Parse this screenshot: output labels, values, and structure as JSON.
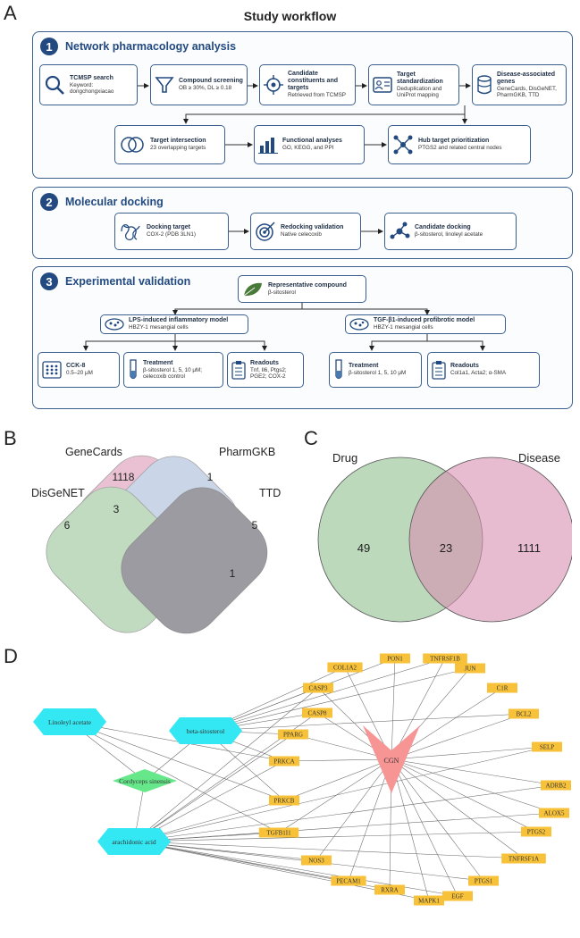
{
  "panels": {
    "a": "A",
    "b": "B",
    "c": "C",
    "d": "D"
  },
  "workflow": {
    "title": "Study workflow",
    "sec1": {
      "num": "1",
      "title": "Network pharmacology analysis",
      "boxes": [
        {
          "t1": "TCMSP search",
          "t2": "Keyword: dongchongxiacao",
          "icon": "magnifier-icon"
        },
        {
          "t1": "Compound screening",
          "t2": "OB ≥ 30%, DL ≥ 0.18",
          "icon": "funnel-icon"
        },
        {
          "t1": "Candidate constituents and targets",
          "t2": "Retrieved from TCMSP",
          "icon": "target-crosshair-icon"
        },
        {
          "t1": "Target standardization",
          "t2": "Deduplication and UniProt mapping",
          "icon": "id-card-icon"
        },
        {
          "t1": "Disease-associated genes",
          "t2": "GeneCards, DisGeNET, PharmGKB, TTD",
          "icon": "database-icon"
        },
        {
          "t1": "Target intersection",
          "t2": "23 overlapping targets",
          "icon": "venn-icon"
        },
        {
          "t1": "Functional analyses",
          "t2": "GO, KEGG, and PPI",
          "icon": "bar-chart-icon"
        },
        {
          "t1": "Hub target prioritization",
          "t2": "PTGS2 and related central nodes",
          "icon": "network-hub-icon"
        }
      ]
    },
    "sec2": {
      "num": "2",
      "title": "Molecular docking",
      "boxes": [
        {
          "t1": "Docking target",
          "t2": "COX-2 (PDB 3LN1)",
          "icon": "protein-icon"
        },
        {
          "t1": "Redocking validation",
          "t2": "Native celecoxib",
          "icon": "bullseye-icon"
        },
        {
          "t1": "Candidate docking",
          "t2": "β-sitosterol, linoleyl acetate",
          "icon": "molecule-icon"
        }
      ]
    },
    "sec3": {
      "num": "3",
      "title": "Experimental validation",
      "rep": {
        "t1": "Representative compound",
        "t2": "β-sitosterol",
        "icon": "leaf-icon"
      },
      "lps": {
        "t1": "LPS-induced inflammatory model",
        "t2": "HBZY-1 mesangial cells",
        "icon": "petri-dish-icon"
      },
      "tgf": {
        "t1": "TGF-β1-induced profibrotic model",
        "t2": "HBZY-1 mesangial cells",
        "icon": "petri-dish-icon"
      },
      "leaves": [
        {
          "t1": "CCK-8",
          "t2": "0.5–20 μM",
          "icon": "well-plate-icon"
        },
        {
          "t1": "Treatment",
          "t2": "β-sitosterol 1, 5, 10 μM; celecoxib control",
          "icon": "test-tube-icon"
        },
        {
          "t1": "Readouts",
          "t2": "Tnf, Il6, Ptgs2; PGE2; COX-2",
          "icon": "clipboard-icon"
        },
        {
          "t1": "Treatment",
          "t2": "β-sitosterol 1, 5, 10 μM",
          "icon": "test-tube-icon"
        },
        {
          "t1": "Readouts",
          "t2": "Col1a1, Acta2; α-SMA",
          "icon": "clipboard-icon"
        }
      ]
    }
  },
  "venn4": {
    "labels": [
      "GeneCards",
      "PharmGKB",
      "DisGeNET",
      "TTD"
    ],
    "counts": [
      "1118",
      "1",
      "3",
      "6",
      "5",
      "1"
    ],
    "colors": [
      "#d98fb0",
      "#9fb3d6",
      "#8fbf8f",
      "#4a4a56"
    ]
  },
  "venn2": {
    "labels": [
      "Drug",
      "Disease"
    ],
    "counts": [
      "49",
      "23",
      "1111"
    ],
    "colors": [
      "#8fbf8f",
      "#d98fb0"
    ]
  },
  "network": {
    "center": "CGN",
    "compounds": [
      "Linoleyl acetate",
      "beta-sitosterol",
      "arachidonic acid"
    ],
    "herb": "Cordyceps sinensis",
    "targets": [
      "PON1",
      "TNFRSF1B",
      "COL1A2",
      "JUN",
      "CASP3",
      "C1R",
      "CASP8",
      "BCL2",
      "PPARG",
      "SELP",
      "PRKCA",
      "ADRB2",
      "ALOX5",
      "PRKCB",
      "TGFB1I1",
      "PTGS2",
      "TNFRSF1A",
      "NOS3",
      "PTGS1",
      "PECAM1",
      "EGF",
      "RXRA",
      "MAPK1"
    ],
    "colors": {
      "target": "#f7c23a",
      "compound": "#33e8f2",
      "herb": "#66e88a",
      "center": "#f79494"
    }
  }
}
